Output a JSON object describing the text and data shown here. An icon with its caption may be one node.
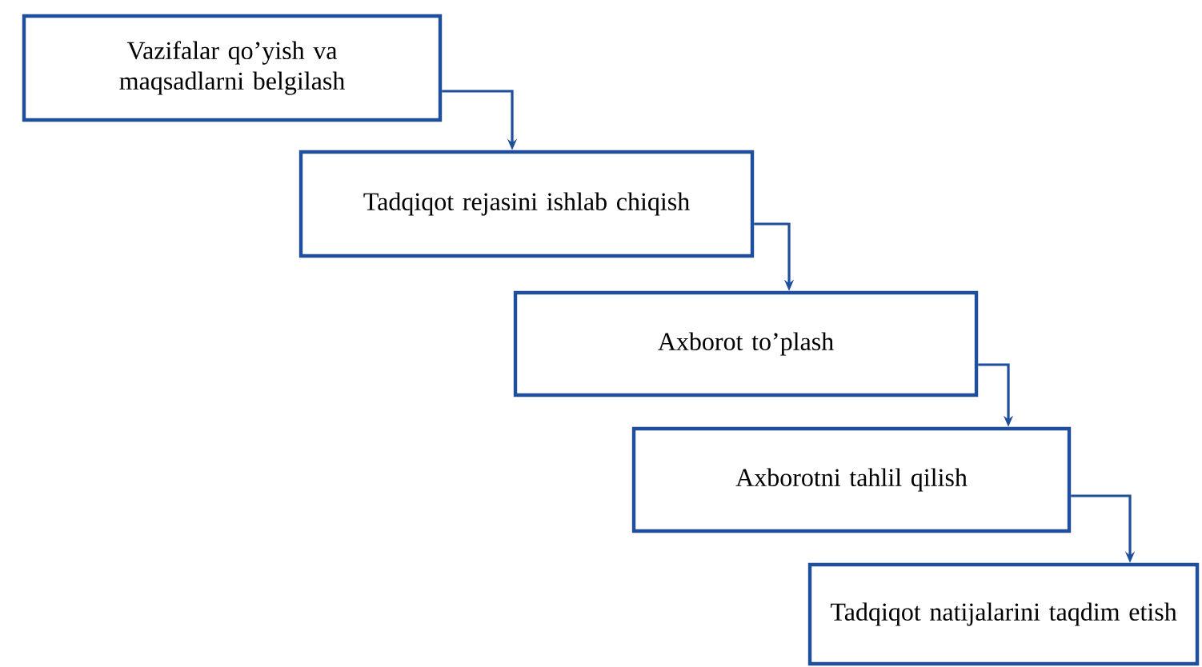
{
  "diagram": {
    "nodes": [
      {
        "text": [
          "Vazifalar qo’yish va maqsadlarni belgilash"
        ]
      },
      {
        "text": [
          "Tadqiqot rejasini ishlab chiqish"
        ]
      },
      {
        "text": [
          "Axborot to’plash"
        ]
      },
      {
        "text": [
          "Axborotni tahlil qilish"
        ]
      },
      {
        "text": [
          "Tadqiqot natijalarini taqdim etish"
        ]
      }
    ],
    "edges": [
      {
        "from": 0,
        "to": 1,
        "arrow": "to"
      },
      {
        "from": 1,
        "to": 2,
        "arrow": "to"
      },
      {
        "from": 2,
        "to": 3,
        "arrow": "to"
      },
      {
        "from": 3,
        "to": 4,
        "arrow": "to"
      }
    ]
  }
}
